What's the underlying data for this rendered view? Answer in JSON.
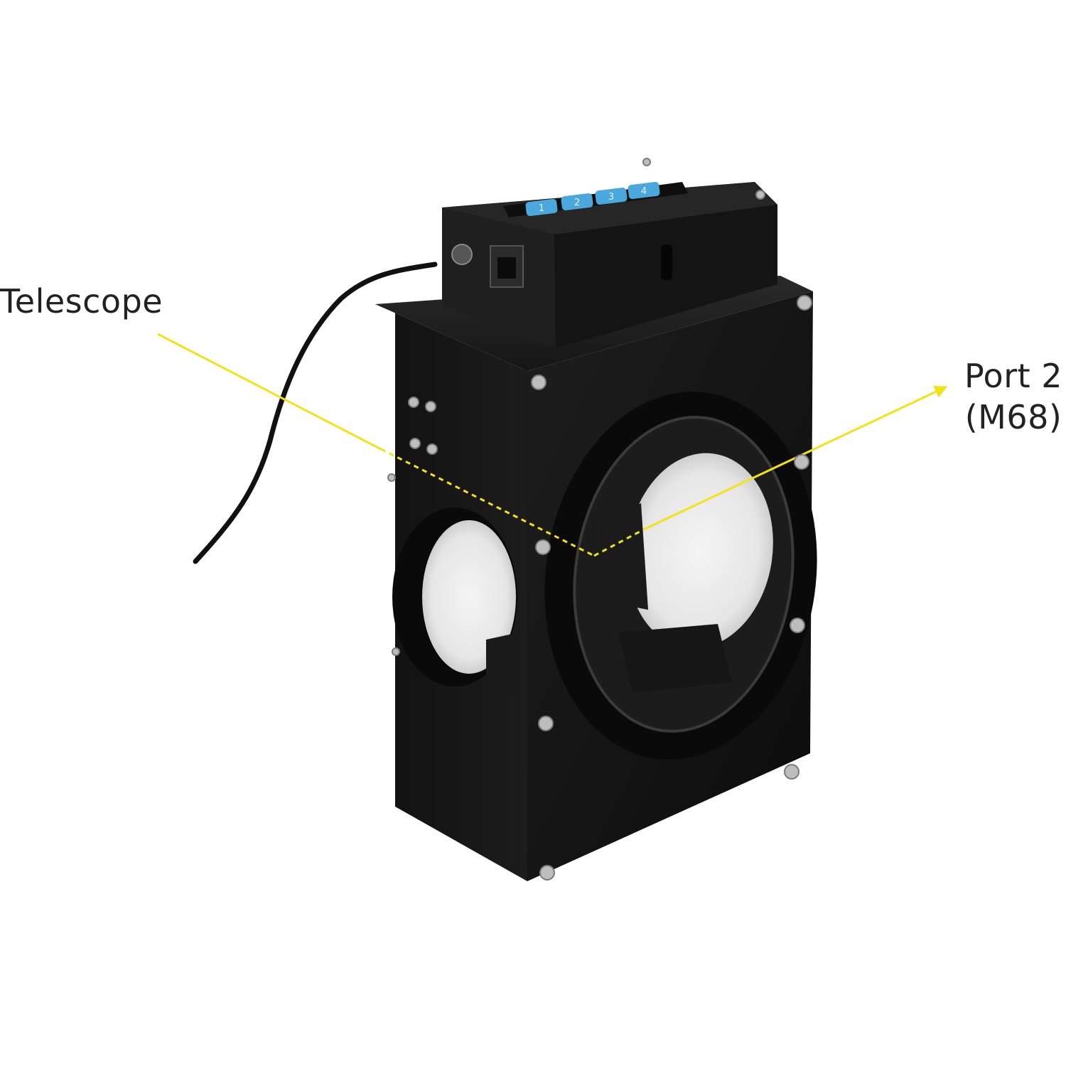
{
  "image": {
    "background": "#ffffff",
    "subject": "black motorized optical port switcher with controller box and cable"
  },
  "labels": {
    "telescope": "Telescope",
    "port_line1": "Port 2",
    "port_line2": "(M68)"
  },
  "keypad": {
    "buttons": [
      "1",
      "2",
      "3",
      "4"
    ],
    "button_color": "#4aa8dc"
  },
  "colors": {
    "beam": "#f2e21a",
    "body": "#151515",
    "text": "#222222"
  }
}
